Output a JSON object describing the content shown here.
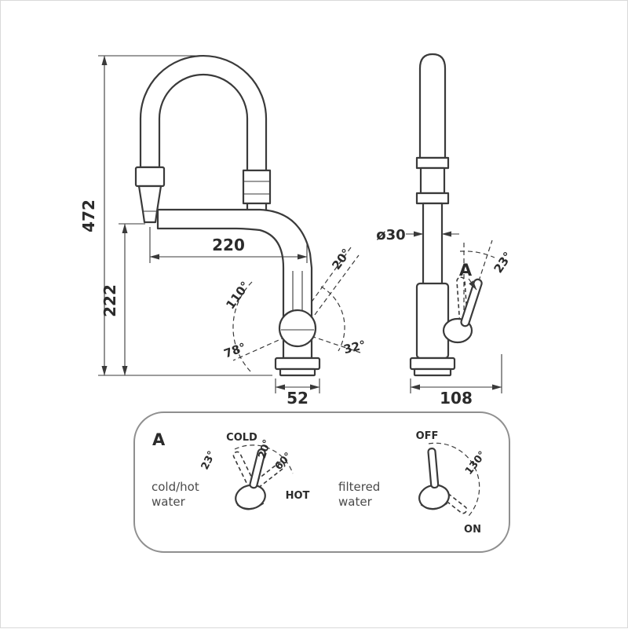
{
  "front_view": {
    "dim_total_height": "472",
    "dim_outlet_height": "222",
    "dim_spout_reach": "220",
    "dim_base_width": "52",
    "angle_lever_tilt": "20°",
    "angle_swivel": "110°",
    "angle_back": "78°",
    "angle_forward": "32°"
  },
  "side_view": {
    "dim_diameter": "ø30",
    "detail_marker": "A",
    "angle_lever": "23°",
    "dim_base_depth": "108"
  },
  "detail_panel": {
    "title": "A",
    "mixer": {
      "label_cold": "COLD",
      "angle_20": "20°",
      "angle_60": "60°",
      "angle_23": "23°",
      "label_hot": "HOT",
      "caption_line1": "cold/hot",
      "caption_line2": "water"
    },
    "filter": {
      "label_off": "OFF",
      "angle_130": "130°",
      "label_on": "ON",
      "caption_line1": "filtered",
      "caption_line2": "water"
    }
  },
  "colors": {
    "line": "#3a3a3a",
    "dimension_text": "#2b2b2b",
    "panel_border": "#8f8f8f",
    "caption_text": "#4a4a4a",
    "background": "#ffffff"
  }
}
